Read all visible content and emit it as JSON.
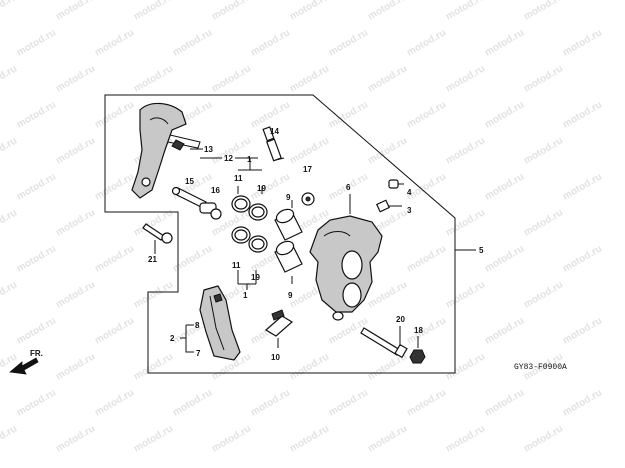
{
  "watermark": {
    "text": "motod.ru"
  },
  "direction": {
    "label": "FR."
  },
  "diagram_code": "GY83-F0900A",
  "callouts": {
    "c1a": "1",
    "c1b": "1",
    "c2": "2",
    "c3": "3",
    "c4": "4",
    "c5": "5",
    "c6": "6",
    "c7": "7",
    "c8": "8",
    "c9a": "9",
    "c9b": "9",
    "c10": "10",
    "c11a": "11",
    "c11b": "11",
    "c12": "12",
    "c13": "13",
    "c14": "14",
    "c15": "15",
    "c16": "16",
    "c17": "17",
    "c18": "18",
    "c19a": "19",
    "c19b": "19",
    "c20": "20",
    "c21": "21"
  }
}
